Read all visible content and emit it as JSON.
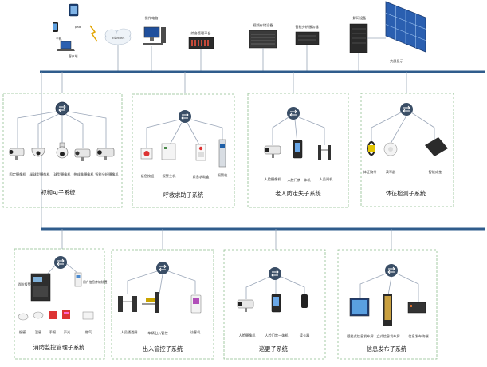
{
  "colors": {
    "bus": "#2f5c8c",
    "box_border": "#8fbf8f",
    "switch": "#3a4e66",
    "wire": "#9aa6b8",
    "screen_blue": "#2a5fb0"
  },
  "top": {
    "pad": "pad",
    "phone": "手机",
    "client": "客户端",
    "internet": "Internet",
    "workstation": "操作电脑",
    "platform": "综合管理平台",
    "storage": "视频存储设备",
    "analysis_server": "智能分析服务器",
    "decoder": "解码设备",
    "big_screen": "大屏显示"
  },
  "subsystems": {
    "video": {
      "title": "视频AI子系统",
      "devices": [
        "固定摄像机",
        "半球型摄像机",
        "球型摄像机",
        "热成像摄像机",
        "智能分析摄像机"
      ]
    },
    "call": {
      "title": "呼救求助子系统",
      "devices": [
        "紧急按钮",
        "报警主机",
        "紧急求助盒",
        "报警柱"
      ]
    },
    "anti_loss": {
      "title": "老人防走失子系统",
      "devices": [
        "人脸摄像机",
        "人脸门禁一体机",
        "人员闸机"
      ]
    },
    "vital": {
      "title": "体征检测子系统",
      "devices": [
        "体征腕带",
        "读写器",
        "智能床垫"
      ]
    },
    "fire": {
      "title": "消防监控管理子系统",
      "host": "消防报警主机",
      "transmitter": "用户信息传输装置",
      "devices": [
        "烟感",
        "温感",
        "手报",
        "声光",
        "燃气"
      ]
    },
    "access": {
      "title": "出入管控子系统",
      "devices": [
        "人员通道闸",
        "车辆出入管控",
        "访客机"
      ]
    },
    "patrol": {
      "title": "巡更子系统",
      "devices": [
        "人脸摄像机",
        "人脸门禁一体机",
        "读卡器"
      ]
    },
    "info": {
      "title": "信息发布子系统",
      "devices": [
        "壁挂式信息发布屏",
        "立式信息发布屏",
        "信息发布终端"
      ]
    }
  }
}
